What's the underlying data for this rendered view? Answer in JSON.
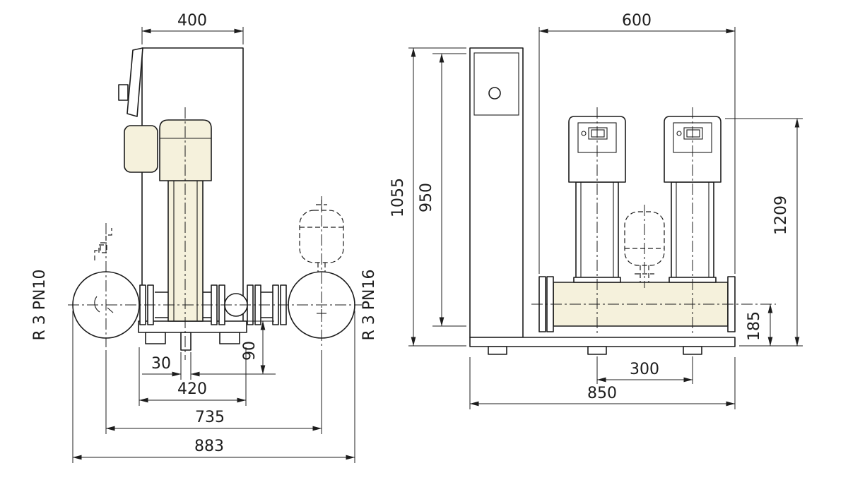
{
  "drawing": {
    "colors": {
      "line": "#1c1c1c",
      "component_fill": "#f5f1dc",
      "background": "#ffffff"
    },
    "side_view": {
      "port_left_label": "R 3 PN10",
      "port_right_label": "R 3 PN16",
      "dims": {
        "frame_width": "400",
        "port_offset": "30",
        "base_length": "420",
        "pipe_height": "90",
        "port_span": "735",
        "overall_length": "883"
      }
    },
    "front_view": {
      "dims": {
        "top_width": "600",
        "cabinet_height": "1055",
        "frame_height": "950",
        "overall_height": "1209",
        "manifold_axis_height": "185",
        "pump_spacing": "300",
        "base_width": "850"
      }
    }
  }
}
